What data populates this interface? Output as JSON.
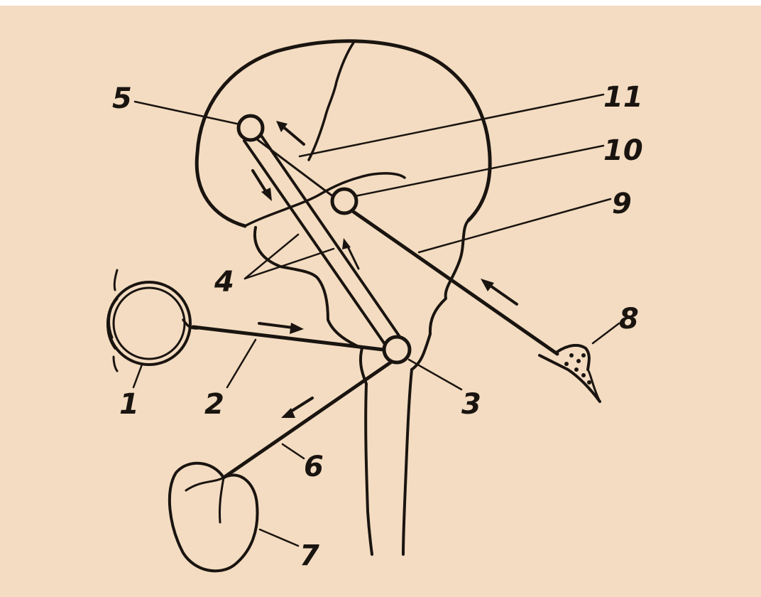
{
  "labels": {
    "l1": "1",
    "l2": "2",
    "l3": "3",
    "l4": "4",
    "l5": "5",
    "l6": "6",
    "l7": "7",
    "l8": "8",
    "l9": "9",
    "l10": "10",
    "l11": "11"
  },
  "colors": {
    "paper": "#f3dcc1",
    "ink": "#1a1410"
  }
}
